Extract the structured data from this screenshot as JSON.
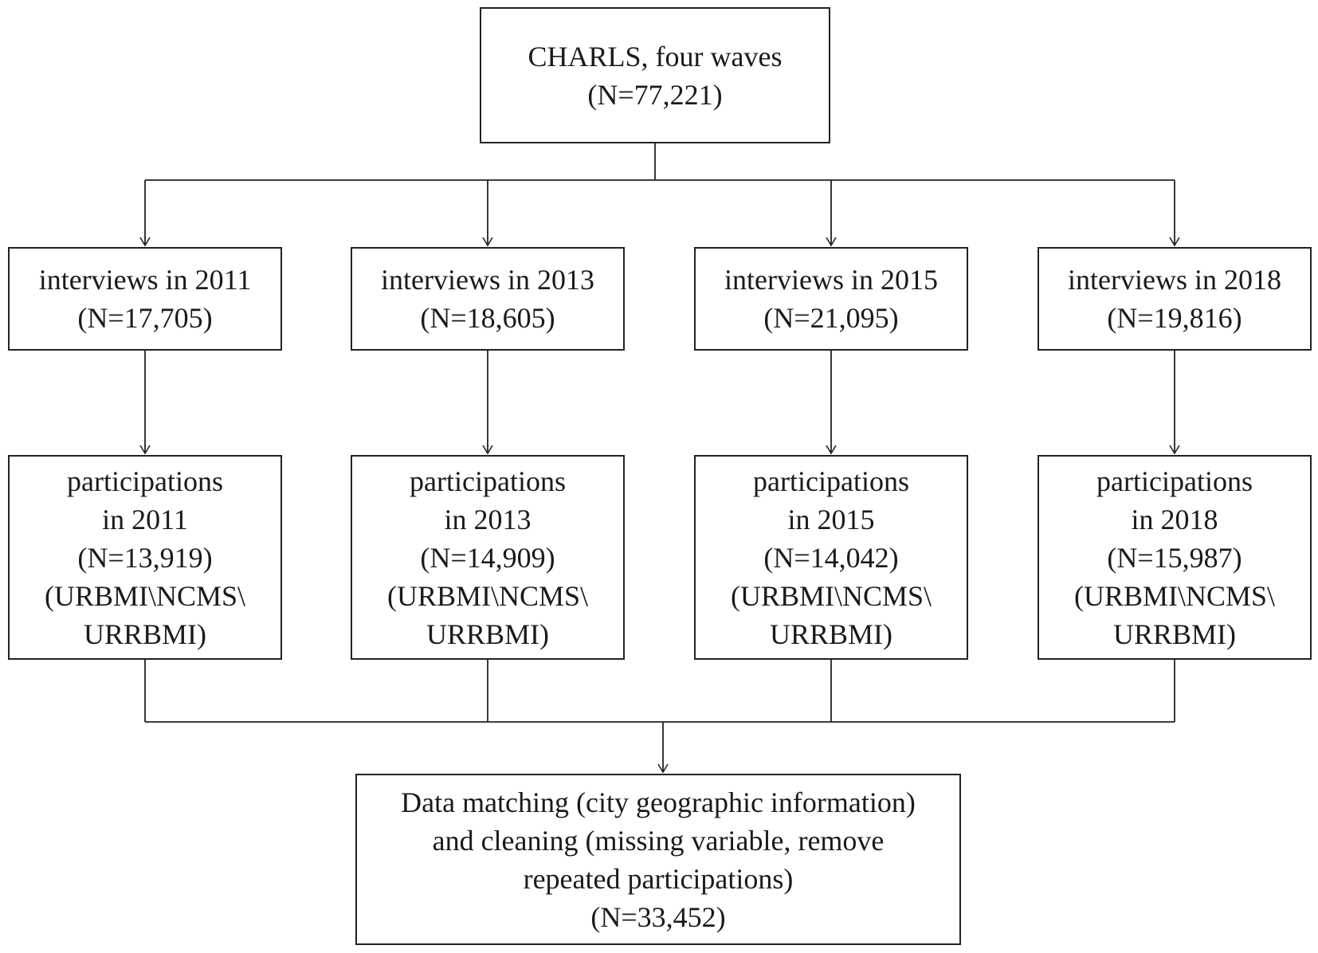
{
  "top": {
    "line1": "CHARLS, four waves",
    "line2": "(N=77,221)"
  },
  "interviews": [
    {
      "line1": "interviews in 2011",
      "line2": "(N=17,705)"
    },
    {
      "line1": "interviews in 2013",
      "line2": "(N=18,605)"
    },
    {
      "line1": "interviews in 2015",
      "line2": "(N=21,095)"
    },
    {
      "line1": "interviews in 2018",
      "line2": "(N=19,816)"
    }
  ],
  "participations": [
    {
      "line1": "participations",
      "line2": "in 2011",
      "line3": "(N=13,919)",
      "line4": "(URBMI\\NCMS\\",
      "line5": "URRBMI)"
    },
    {
      "line1": "participations",
      "line2": "in 2013",
      "line3": "(N=14,909)",
      "line4": "(URBMI\\NCMS\\",
      "line5": "URRBMI)"
    },
    {
      "line1": "participations",
      "line2": "in 2015",
      "line3": "(N=14,042)",
      "line4": "(URBMI\\NCMS\\",
      "line5": "URRBMI)"
    },
    {
      "line1": "participations",
      "line2": "in 2018",
      "line3": "(N=15,987)",
      "line4": "(URBMI\\NCMS\\",
      "line5": "URRBMI)"
    }
  ],
  "final": {
    "line1": "Data matching (city geographic information)",
    "line2": "and cleaning (missing variable, remove",
    "line3": "repeated participations)",
    "line4": "(N=33,452)"
  }
}
